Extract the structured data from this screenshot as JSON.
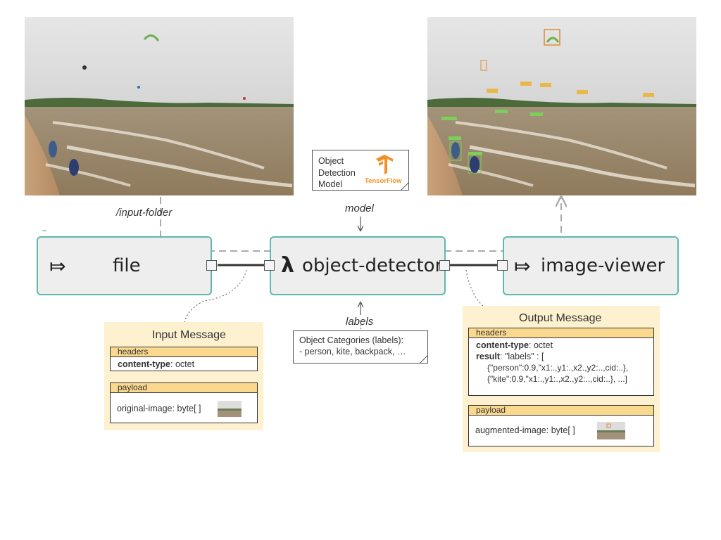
{
  "nodes": {
    "file": {
      "icon": "⤇",
      "label": "file"
    },
    "detector": {
      "icon": "λ",
      "label": "object-detector"
    },
    "viewer": {
      "icon": "⤇",
      "label": "image-viewer"
    }
  },
  "edge_labels": {
    "input_folder": "/input-folder",
    "model": "model",
    "labels": "labels"
  },
  "model_note": {
    "text_line1": "Object",
    "text_line2": "Detection",
    "text_line3": "Model",
    "logo_text": "TensorFlow"
  },
  "categories_note": {
    "line1": "Object Categories (labels):",
    "line2": "- person, kite, backpack, …"
  },
  "input_message": {
    "title": "Input Message",
    "headers_label": "headers",
    "header_key": "content-type",
    "header_value": ": octet",
    "payload_label": "payload",
    "payload_text": "original-image: byte[ ]"
  },
  "output_message": {
    "title": "Output Message",
    "headers_label": "headers",
    "header_key": "content-type",
    "header_value": ": octet",
    "result_key": "result",
    "result_value": ": \"labels\" : [",
    "result_line2": "{\"person\":0.9,\"x1:.,y1:.,x2.,y2:..,cid:..},",
    "result_line3": "{\"kite\":0.9,\"x1:.,y1:.,x2.,y2:..,cid:..}, ...]",
    "payload_label": "payload",
    "payload_text": "augmented-image: byte[ ]"
  },
  "detection_tags": [
    "person",
    "kite",
    "kite",
    "kite",
    "kite",
    "kite",
    "kite",
    "kite"
  ],
  "colors": {
    "node_border": "#5fb8b0",
    "node_fill": "#eeeeee",
    "message_bg": "#fdf1cf",
    "section_header": "#fad98e",
    "dashed_flow": "#aaaaaa",
    "tensorflow_orange": "#f29021"
  }
}
